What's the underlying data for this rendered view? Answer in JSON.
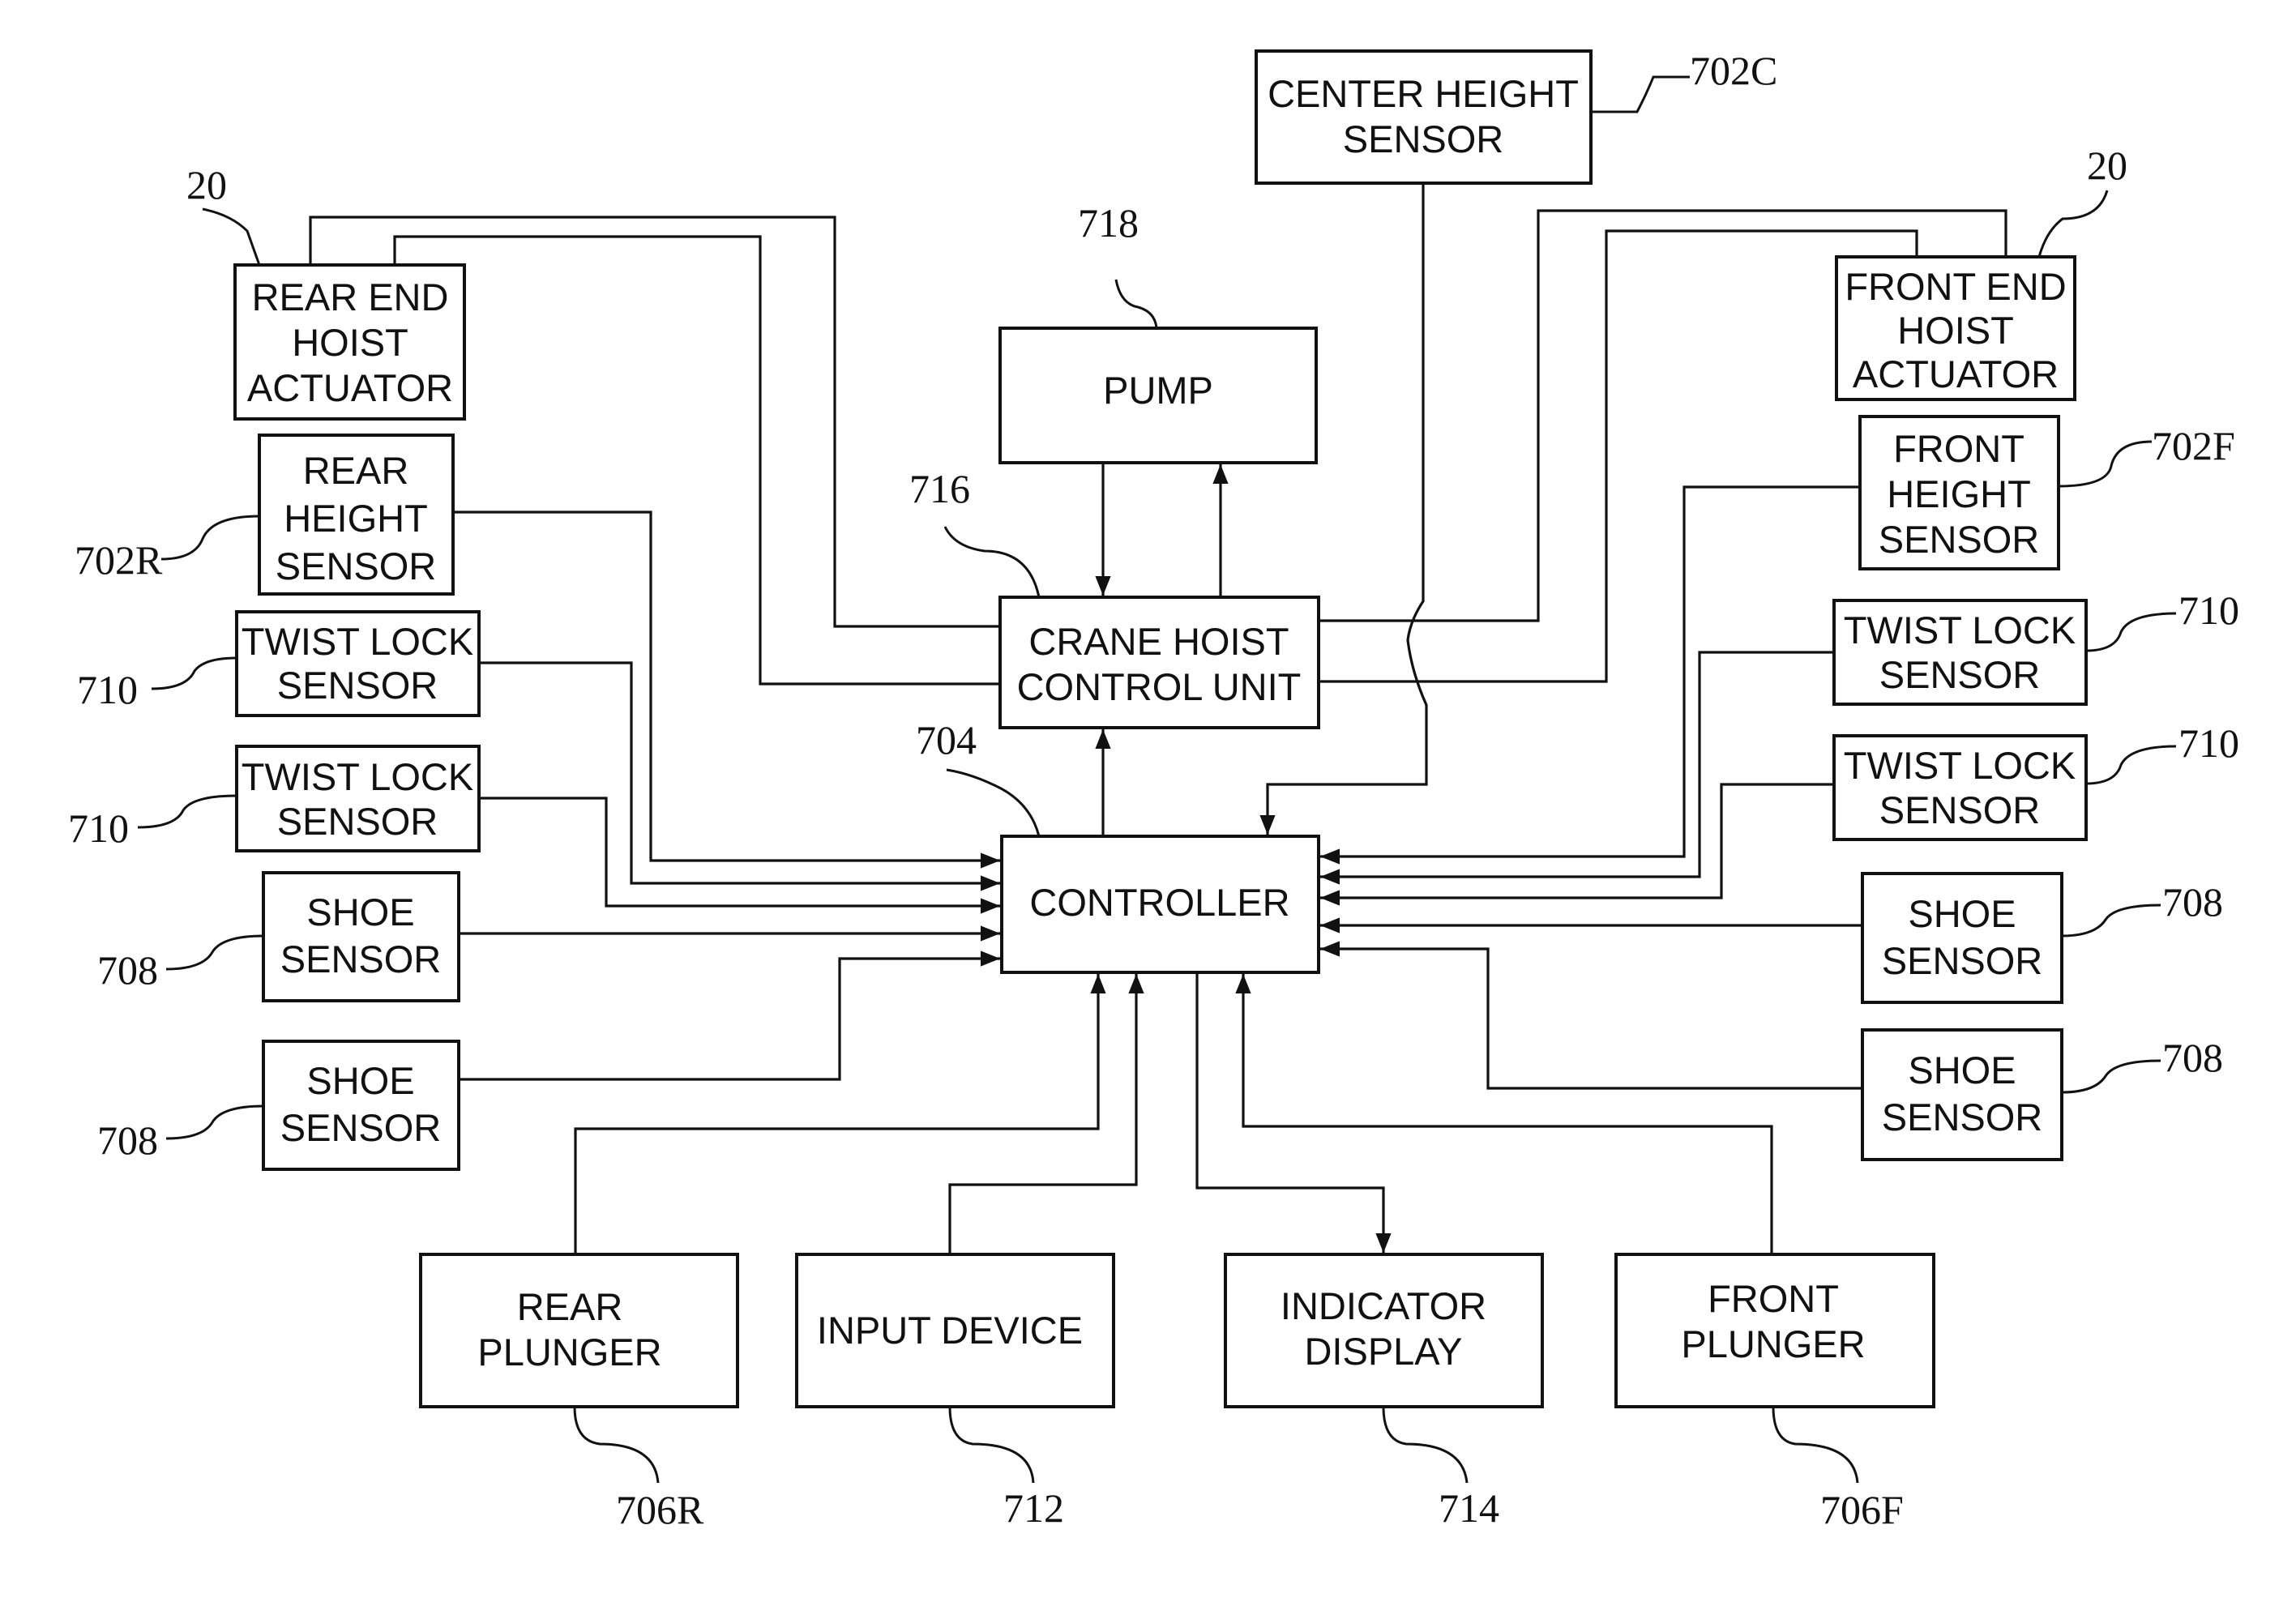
{
  "boxes": {
    "center_height_sensor": [
      "CENTER HEIGHT",
      "SENSOR"
    ],
    "rear_end_hoist_actuator": [
      "REAR END",
      "HOIST",
      "ACTUATOR"
    ],
    "front_end_hoist_actuator": [
      "FRONT END",
      "HOIST",
      "ACTUATOR"
    ],
    "pump": [
      "PUMP"
    ],
    "rear_height_sensor": [
      "REAR",
      "HEIGHT",
      "SENSOR"
    ],
    "front_height_sensor": [
      "FRONT",
      "HEIGHT",
      "SENSOR"
    ],
    "crane_hoist_control_unit": [
      "CRANE HOIST",
      "CONTROL UNIT"
    ],
    "twist_lock_sensor_left_1": [
      "TWIST LOCK",
      "SENSOR"
    ],
    "twist_lock_sensor_left_2": [
      "TWIST LOCK",
      "SENSOR"
    ],
    "twist_lock_sensor_right_1": [
      "TWIST LOCK",
      "SENSOR"
    ],
    "twist_lock_sensor_right_2": [
      "TWIST LOCK",
      "SENSOR"
    ],
    "controller": [
      "CONTROLLER"
    ],
    "shoe_sensor_left_1": [
      "SHOE",
      "SENSOR"
    ],
    "shoe_sensor_left_2": [
      "SHOE",
      "SENSOR"
    ],
    "shoe_sensor_right_1": [
      "SHOE",
      "SENSOR"
    ],
    "shoe_sensor_right_2": [
      "SHOE",
      "SENSOR"
    ],
    "rear_plunger": [
      "REAR",
      "PLUNGER"
    ],
    "input_device": [
      "INPUT DEVICE"
    ],
    "indicator_display": [
      "INDICATOR",
      "DISPLAY"
    ],
    "front_plunger": [
      "FRONT",
      "PLUNGER"
    ]
  },
  "refs": {
    "center_height_sensor": "702C",
    "rear_end_hoist_actuator": "20",
    "front_end_hoist_actuator": "20",
    "pump": "718",
    "crane_hoist_control_unit": "716",
    "rear_height_sensor": "702R",
    "front_height_sensor": "702F",
    "twist_lock_left_1": "710",
    "twist_lock_left_2": "710",
    "twist_lock_right_1": "710",
    "twist_lock_right_2": "710",
    "controller": "704",
    "shoe_left_1": "708",
    "shoe_left_2": "708",
    "shoe_right_1": "708",
    "shoe_right_2": "708",
    "rear_plunger": "706R",
    "input_device": "712",
    "indicator_display": "714",
    "front_plunger": "706F"
  }
}
